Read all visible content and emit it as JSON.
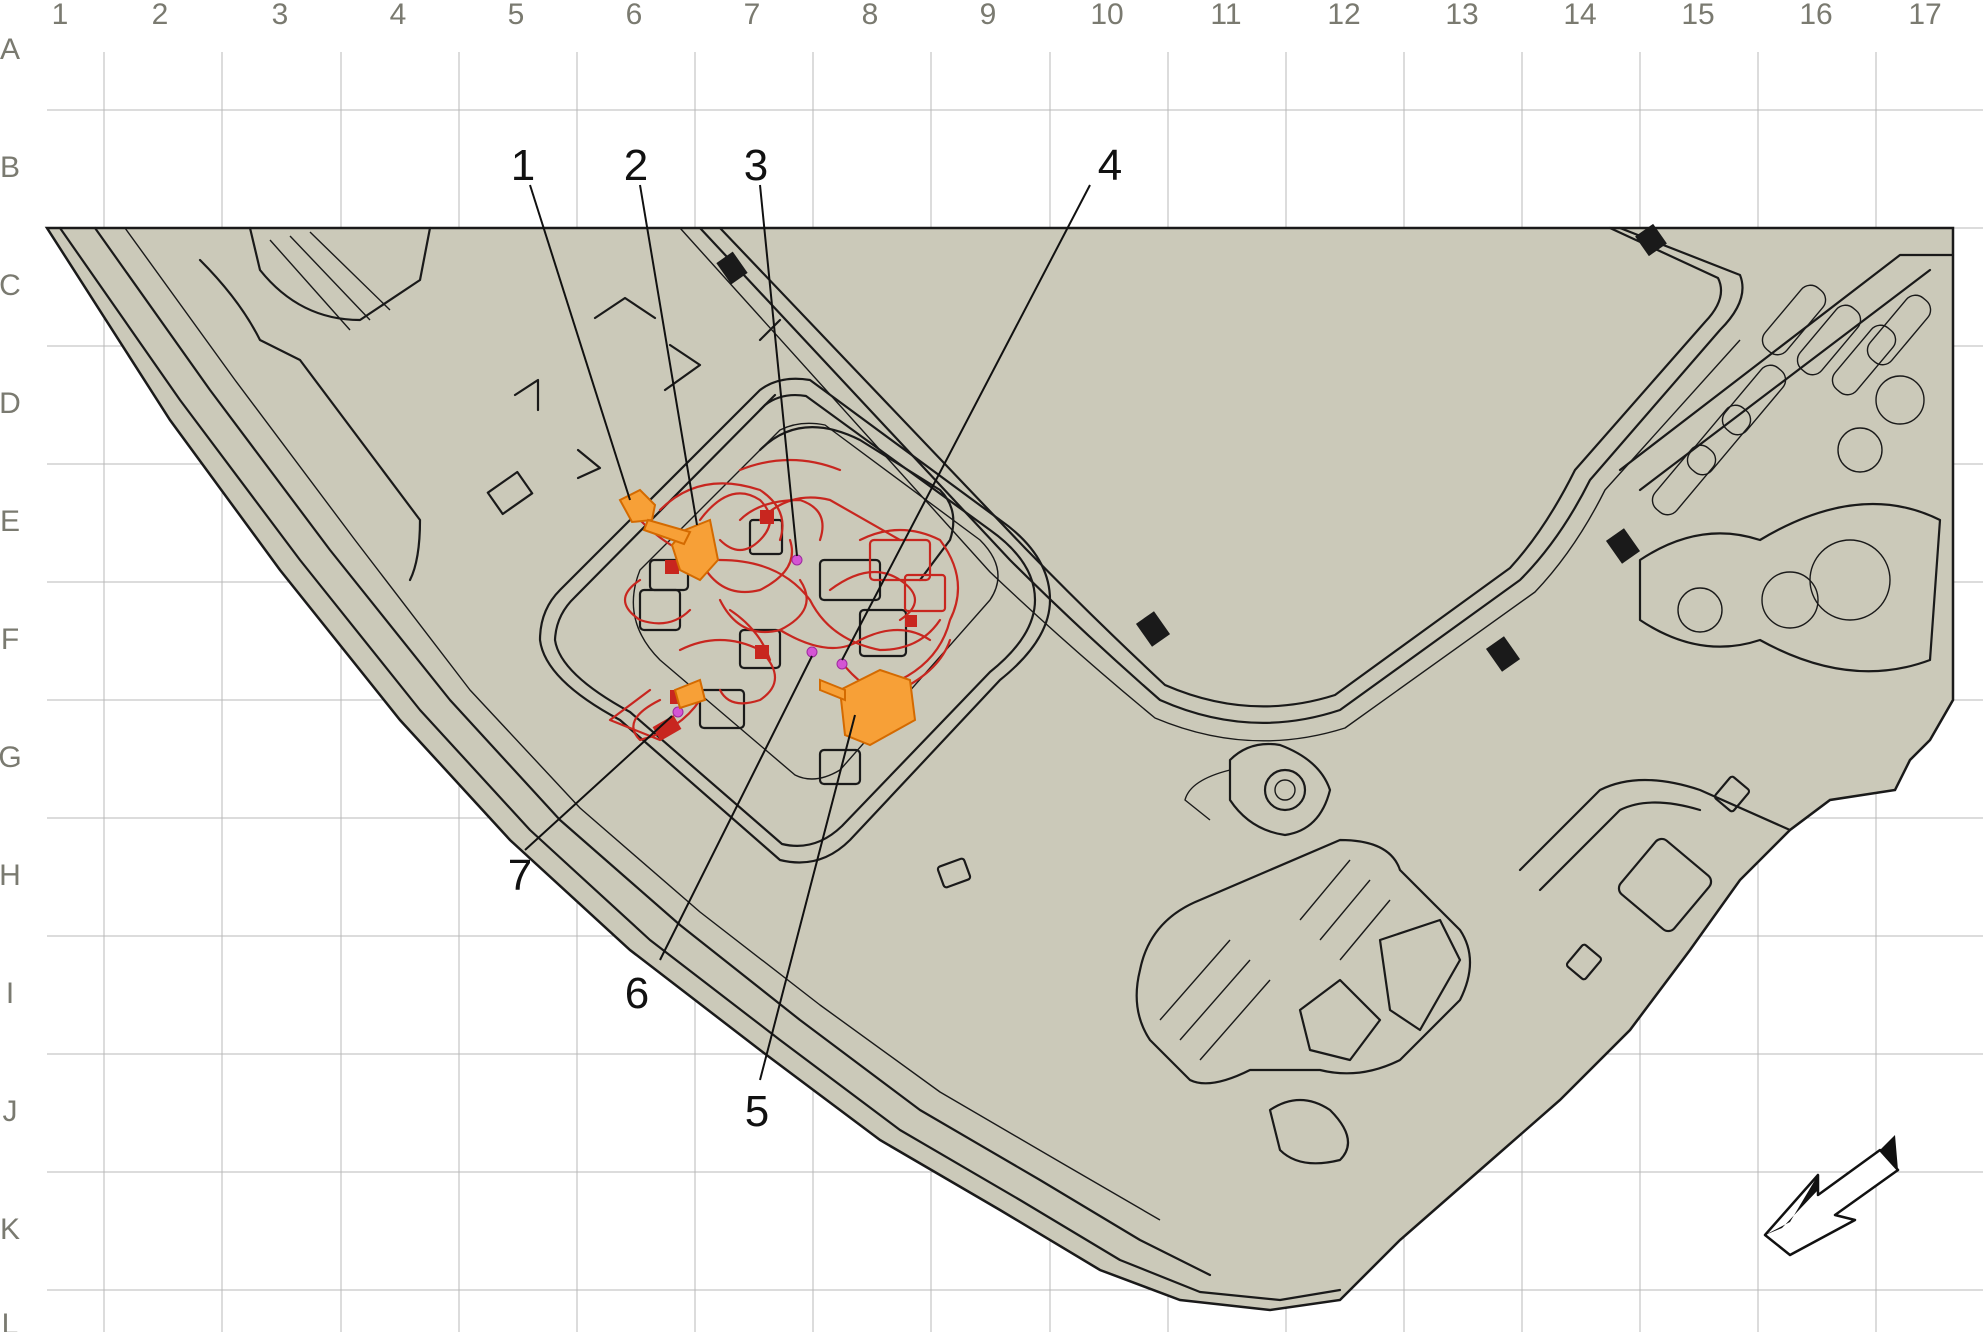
{
  "grid": {
    "columns": [
      "1",
      "2",
      "3",
      "4",
      "5",
      "6",
      "7",
      "8",
      "9",
      "10",
      "11",
      "12",
      "13",
      "14",
      "15",
      "16",
      "17"
    ],
    "rows": [
      "A",
      "B",
      "C",
      "D",
      "E",
      "F",
      "G",
      "H",
      "I",
      "J",
      "K",
      "L"
    ]
  },
  "callouts": [
    {
      "label": "1",
      "part": "part-1"
    },
    {
      "label": "2",
      "part": "part-2"
    },
    {
      "label": "3",
      "part": "part-3"
    },
    {
      "label": "4",
      "part": "part-4"
    },
    {
      "label": "5",
      "part": "part-5"
    },
    {
      "label": "6",
      "part": "part-6"
    },
    {
      "label": "7",
      "part": "part-7"
    }
  ],
  "colors": {
    "panel_fill": "#cbc9b9",
    "grid_line": "#b5b5b5",
    "harness": "#c8261f",
    "highlight_part": "#f7a037",
    "connector_dot": "#d455d4"
  },
  "icons": {
    "direction_arrow": "front-direction-arrow-icon"
  }
}
